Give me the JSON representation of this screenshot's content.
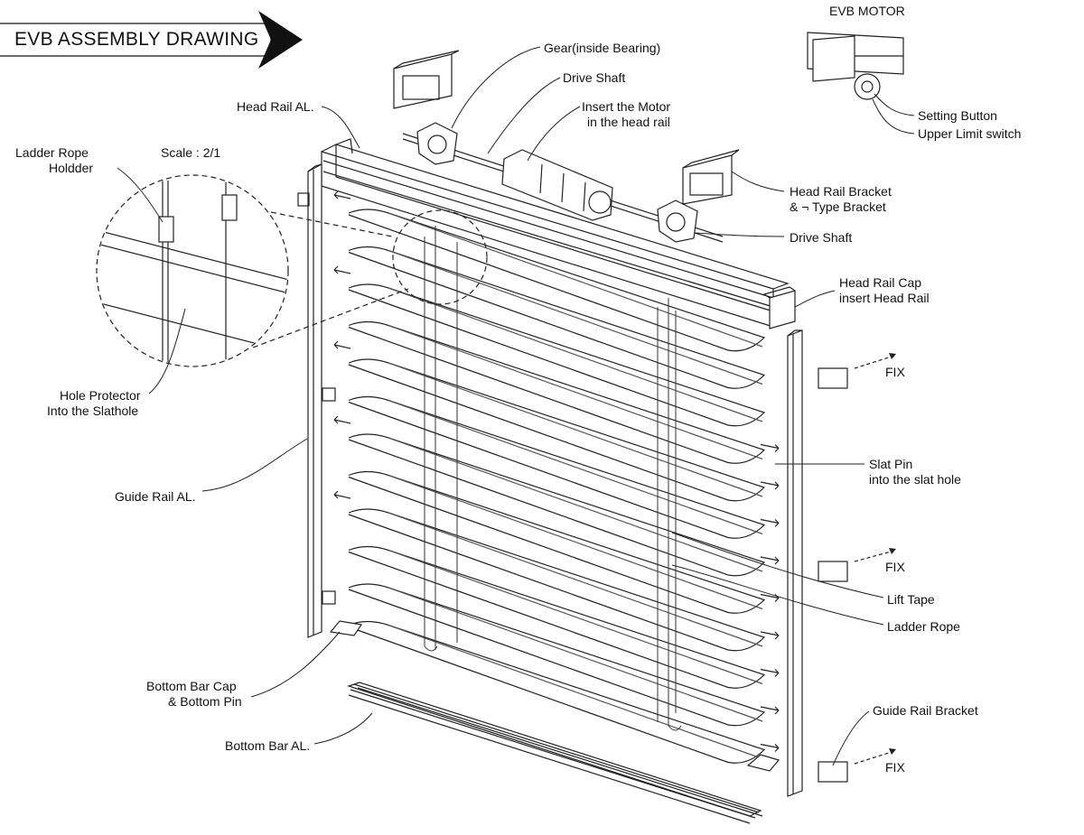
{
  "title": "EVB ASSEMBLY DRAWING",
  "labels": {
    "evb_motor": "EVB MOTOR",
    "gear": "Gear(inside Bearing)",
    "drive_shaft_top": "Drive Shaft",
    "insert_motor_1": "Insert the Motor",
    "insert_motor_2": "in the head rail",
    "head_rail": "Head Rail AL.",
    "setting_button": "Setting Button",
    "upper_limit": "Upper Limit switch",
    "ladder_holder_1": "Ladder Rope",
    "ladder_holder_2": "Holdder",
    "scale": "Scale : 2/1",
    "head_rail_bracket_1": "Head Rail Bracket",
    "head_rail_bracket_2": "& ¬ Type Bracket",
    "drive_shaft_right": "Drive Shaft",
    "head_rail_cap_1": "Head Rail Cap",
    "head_rail_cap_2": "insert Head Rail",
    "fix_1": "FIX",
    "hole_protector_1": "Hole Protector",
    "hole_protector_2": "Into the Slathole",
    "slat_pin_1": "Slat Pin",
    "slat_pin_2": "into the slat hole",
    "guide_rail": "Guide Rail AL.",
    "fix_2": "FIX",
    "lift_tape": "Lift Tape",
    "ladder_rope": "Ladder Rope",
    "bottom_bar_cap_1": "Bottom Bar Cap",
    "bottom_bar_cap_2": "& Bottom Pin",
    "guide_rail_bracket": "Guide Rail Bracket",
    "fix_3": "FIX",
    "bottom_bar": "Bottom Bar AL."
  }
}
